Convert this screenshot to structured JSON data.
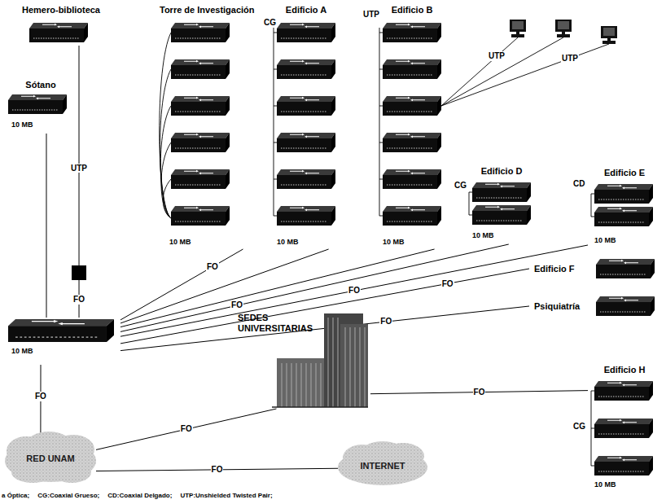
{
  "diagram": {
    "nodes": [
      {
        "text": [
          "Hemero-biblioteca"
        ]
      },
      {
        "text": [
          "Sótano",
          "10 MB"
        ]
      },
      {
        "text": [
          "Torre de Investigación",
          "10 MB"
        ]
      },
      {
        "text": [
          "Edificio A",
          "10 MB"
        ]
      },
      {
        "text": [
          "Edificio B",
          "10 MB"
        ]
      },
      {
        "text": [
          "Edificio D",
          "10 MB"
        ]
      },
      {
        "text": [
          "Edificio E",
          "10 MB"
        ]
      },
      {
        "text": [
          "Edificio F"
        ]
      },
      {
        "text": [
          "Psiquiatría"
        ]
      },
      {
        "text": [
          "10 MB"
        ]
      },
      {
        "text": [
          "SEDES UNIVERSITARIAS"
        ]
      },
      {
        "text": [
          "Edificio H",
          "10 MB"
        ]
      },
      {
        "text": [
          "RED UNAM"
        ]
      },
      {
        "text": [
          "INTERNET"
        ]
      }
    ],
    "edges": [
      {
        "from": 0,
        "to": 9,
        "label": "UTP",
        "arrow": "none"
      },
      {
        "from": 1,
        "to": 9,
        "arrow": "none"
      },
      {
        "from": 2,
        "to": 9,
        "label": "FO",
        "arrow": "none"
      },
      {
        "from": 3,
        "to": 9,
        "arrow": "none"
      },
      {
        "from": 4,
        "to": 9,
        "arrow": "none"
      },
      {
        "from": 5,
        "to": 9,
        "label": "FO",
        "arrow": "none"
      },
      {
        "from": 6,
        "to": 9,
        "label": "FO",
        "arrow": "none"
      },
      {
        "from": 7,
        "to": 9,
        "label": "FO",
        "arrow": "none"
      },
      {
        "from": 8,
        "to": 9,
        "label": "FO",
        "arrow": "none"
      },
      {
        "from": 9,
        "to": 12,
        "label": "FO",
        "arrow": "none"
      },
      {
        "from": 12,
        "to": 10,
        "label": "FO",
        "arrow": "none"
      },
      {
        "from": 12,
        "to": 13,
        "label": "FO",
        "arrow": "none"
      },
      {
        "from": 10,
        "to": 11,
        "label": "FO",
        "arrow": "none"
      }
    ],
    "labels": [
      "FO",
      "CG",
      "UTP",
      "UTP",
      "UTP",
      "CG",
      "CD",
      "CG",
      "a Óptica;",
      "CG:Coaxial Grueso;",
      "CD:Coaxial Delgado;",
      "UTP:Unshielded Twisted Pair;"
    ]
  }
}
